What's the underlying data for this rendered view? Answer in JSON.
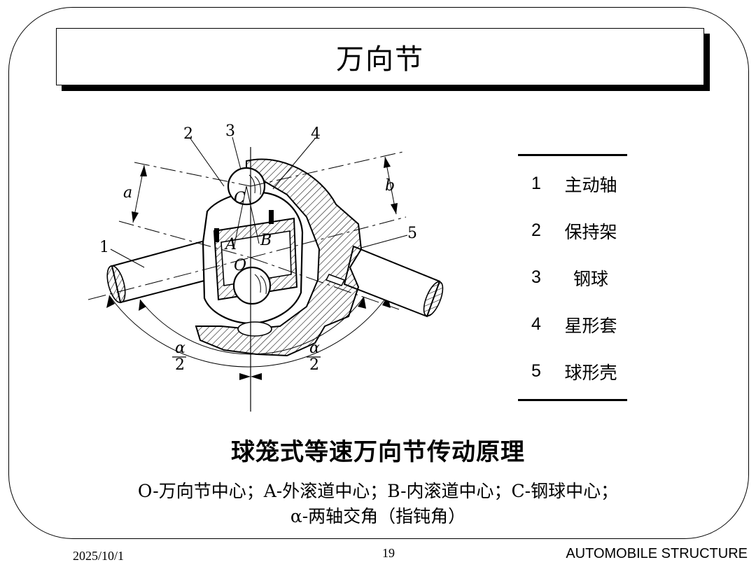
{
  "slide": {
    "title": "万向节",
    "caption": "球笼式等速万向节传动原理",
    "notes_line1": "O-万向节中心；A-外滚道中心；B-内滚道中心；C-钢球中心；",
    "notes_line2": "α-两轴交角（指钝角）"
  },
  "diagram": {
    "labels": {
      "n1": "1",
      "n2": "2",
      "n3": "3",
      "n4": "4",
      "n5": "5",
      "a": "a",
      "b": "b",
      "A": "A",
      "B": "B",
      "C": "C",
      "O": "O",
      "alpha": "α",
      "two": "2"
    }
  },
  "legend": {
    "items": [
      {
        "num": "1",
        "name": "主动轴"
      },
      {
        "num": "2",
        "name": "保持架"
      },
      {
        "num": "3",
        "name": "钢球"
      },
      {
        "num": "4",
        "name": "星形套"
      },
      {
        "num": "5",
        "name": "球形壳"
      }
    ]
  },
  "footer": {
    "date": "2025/10/1",
    "page": "19",
    "course": "AUTOMOBILE STRUCTURE"
  }
}
